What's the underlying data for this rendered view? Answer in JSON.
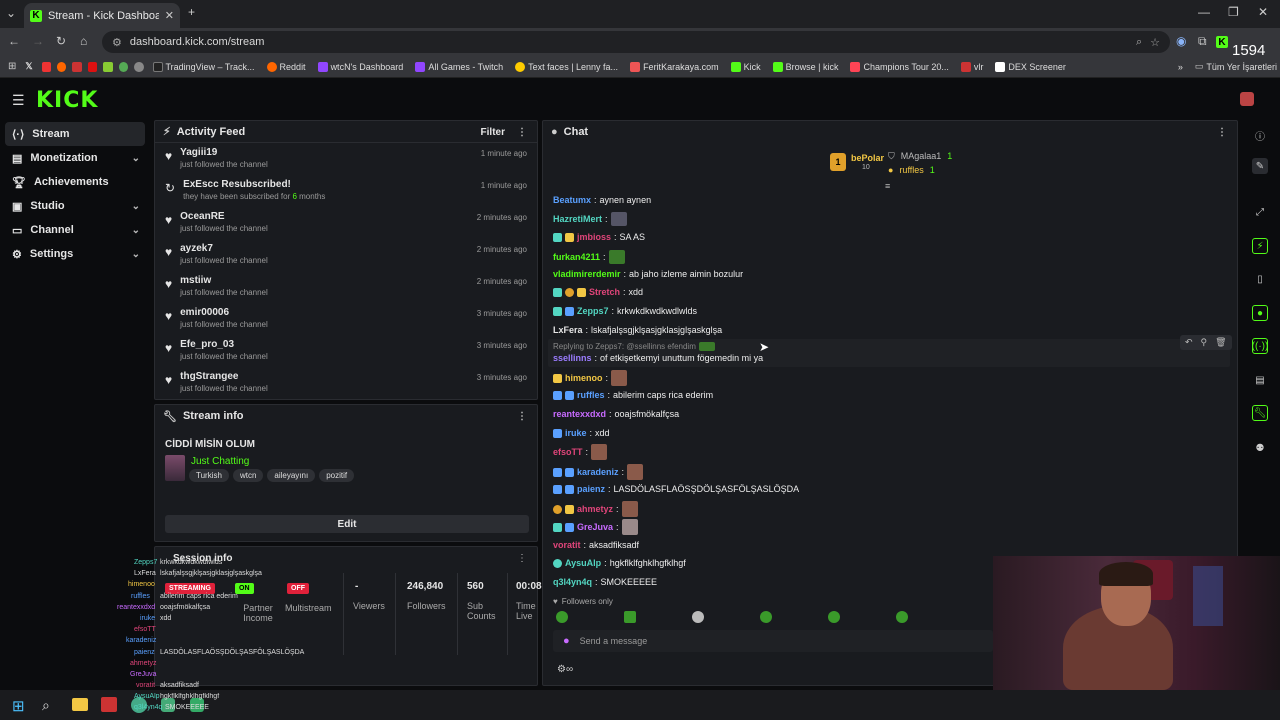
{
  "browser": {
    "tab_title": "Stream - Kick Dashboard",
    "url": "dashboard.kick.com/stream",
    "bookmarks": [
      "TradingView – Track...",
      "Reddit",
      "wtcN's Dashboard",
      "All Games - Twitch",
      "Text faces | Lenny fa...",
      "FeritKarakaya.com",
      "Kick",
      "Browse | kick",
      "Champions Tour 20...",
      "vlr",
      "DEX Screener"
    ],
    "all_bookmarks": "Tüm Yer İşaretleri",
    "counter": "1594"
  },
  "logo": "KICK",
  "sidebar": {
    "items": [
      {
        "label": "Stream",
        "icon": "stream-icon",
        "has_chevron": false
      },
      {
        "label": "Monetization",
        "icon": "monetization-icon",
        "has_chevron": true
      },
      {
        "label": "Achievements",
        "icon": "trophy-icon",
        "has_chevron": false
      },
      {
        "label": "Studio",
        "icon": "studio-icon",
        "has_chevron": true
      },
      {
        "label": "Channel",
        "icon": "channel-icon",
        "has_chevron": true
      },
      {
        "label": "Settings",
        "icon": "gear-icon",
        "has_chevron": true
      }
    ]
  },
  "activity": {
    "title": "Activity Feed",
    "filter": "Filter",
    "items": [
      {
        "name": "Yagiii19",
        "sub": "just followed the channel",
        "time": "1 minute ago"
      },
      {
        "name": "ExEscc Resubscribed!",
        "sub_pre": "they have been subscribed for ",
        "sub_hl": "6",
        "sub_post": " months",
        "time": "1 minute ago"
      },
      {
        "name": "OceanRE",
        "sub": "just followed the channel",
        "time": "2 minutes ago"
      },
      {
        "name": "ayzek7",
        "sub": "just followed the channel",
        "time": "2 minutes ago"
      },
      {
        "name": "mstiiw",
        "sub": "just followed the channel",
        "time": "2 minutes ago"
      },
      {
        "name": "emir00006",
        "sub": "just followed the channel",
        "time": "3 minutes ago"
      },
      {
        "name": "Efe_pro_03",
        "sub": "just followed the channel",
        "time": "3 minutes ago"
      },
      {
        "name": "thgStrangee",
        "sub": "just followed the channel",
        "time": "3 minutes ago"
      }
    ]
  },
  "stream_info": {
    "title": "Stream info",
    "stream_title": "CİDDİ MİSİN OLUM",
    "category": "Just Chatting",
    "tags": [
      "Turkish",
      "wtcn",
      "aileyayını",
      "pozitif"
    ],
    "edit": "Edit"
  },
  "session": {
    "title": "Session info",
    "status_streaming": "STREAMING",
    "on": "ON",
    "off": "OFF",
    "partner_income": "Partner Income",
    "multistream": "Multistream",
    "viewers_value": "-",
    "viewers": "Viewers",
    "followers_value": "246,840",
    "followers": "Followers",
    "subs_value": "560",
    "subs": "Sub Counts",
    "time_value": "00:08",
    "time": "Time Live"
  },
  "chat": {
    "title": "Chat",
    "leaderboard": [
      {
        "rank": "1",
        "name": "bePolar",
        "count": "10"
      },
      {
        "name": "MAgalaa1",
        "count": "1"
      },
      {
        "name": "ruffles",
        "count": "1"
      }
    ],
    "messages": [
      {
        "user": "Beatumx",
        "color": "#5aa0ff",
        "text": "aynen aynen"
      },
      {
        "user": "HazretiMert",
        "color": "#53d6c2",
        "text": ""
      },
      {
        "user": "jmbioss",
        "color": "#e0457a",
        "text": "SA AS"
      },
      {
        "user": "furkan4211",
        "color": "#53fc18",
        "text": ""
      },
      {
        "user": "vladimirerdemir",
        "color": "#53fc18",
        "text": "ab jaho izleme aimin bozulur"
      },
      {
        "user": "Stretch",
        "color": "#e0457a",
        "text": "xdd"
      },
      {
        "user": "Zepps7",
        "color": "#53d6c2",
        "text": "krkwkdkwdkwdlwlds"
      },
      {
        "user": "LxFera",
        "color": "#e6e6e6",
        "text": "lskafjalşsgjklşasjgklasjglşaskglşa"
      },
      {
        "user": "ssellinns",
        "color": "#9b7cff",
        "text": "of etkişetkemyi unuttum fögemedin mi ya"
      },
      {
        "user": "himenoo",
        "color": "#f2c744",
        "text": ""
      },
      {
        "user": "ruffles",
        "color": "#5aa0ff",
        "text": "abilerim caps rica ederim"
      },
      {
        "user": "reantexxdxd",
        "color": "#c86bff",
        "text": "ooajsfmökalfçsa"
      },
      {
        "user": "iruke",
        "color": "#5aa0ff",
        "text": "xdd"
      },
      {
        "user": "efsoTT",
        "color": "#e0457a",
        "text": ""
      },
      {
        "user": "karadeniz",
        "color": "#5aa0ff",
        "text": ""
      },
      {
        "user": "paienz",
        "color": "#5aa0ff",
        "text": "LASDÖLASFLAÖSŞDÖLŞASFÖLŞASLÖŞDA"
      },
      {
        "user": "ahmetyz",
        "color": "#e0457a",
        "text": ""
      },
      {
        "user": "GreJuva",
        "color": "#c86bff",
        "text": ""
      },
      {
        "user": "voratit",
        "color": "#e0457a",
        "text": "aksadfiksadf"
      },
      {
        "user": "AysuAlp",
        "color": "#53d6c2",
        "text": "hgkflklfghklhgfklhgf"
      },
      {
        "user": "q3l4yn4q",
        "color": "#53d6c2",
        "text": "SMOKEEEEE"
      }
    ],
    "reply_to": "Replying to Zepps7: @ssellinns efendim",
    "followers_only": "Followers only",
    "send_placeholder": "Send a message"
  },
  "colors": {
    "accent": "#53fc18",
    "panel": "#191b1f",
    "bg": "#0b0c0e"
  }
}
